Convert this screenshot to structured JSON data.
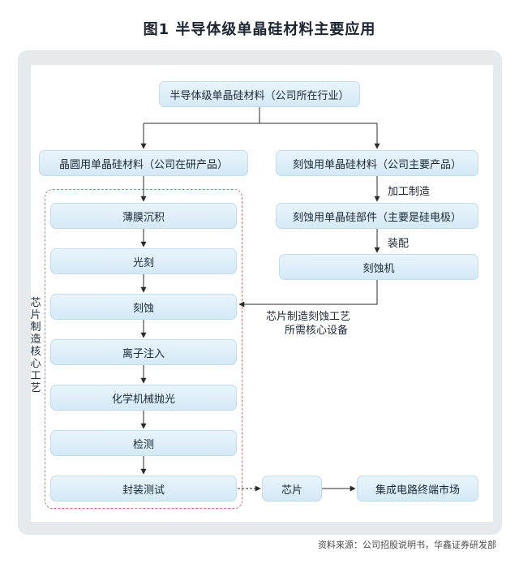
{
  "title": "图1 半导体级单晶硅材料主要应用",
  "nodes": {
    "root": "半导体级单晶硅材料（公司所在行业）",
    "wafer_material": "晶圆用单晶硅材料（公司在研产品）",
    "etch_material": "刻蚀用单晶硅材料（公司主要产品）",
    "etch_part": "刻蚀用单晶硅部件（主要是硅电极）",
    "etcher": "刻蚀机",
    "chip": "芯片",
    "ic_market": "集成电路终端市场"
  },
  "process_steps": [
    "薄膜沉积",
    "光刻",
    "刻蚀",
    "离子注入",
    "化学机械抛光",
    "检测",
    "封装测试"
  ],
  "edge_labels": {
    "machining": "加工制造",
    "assembly": "装配",
    "etcher_note_line1": "芯片制造刻蚀工艺",
    "etcher_note_line2": "所需核心设备"
  },
  "group_label": "芯片制造核心工艺",
  "source": "资料来源：公司招股说明书，华鑫证券研发部"
}
